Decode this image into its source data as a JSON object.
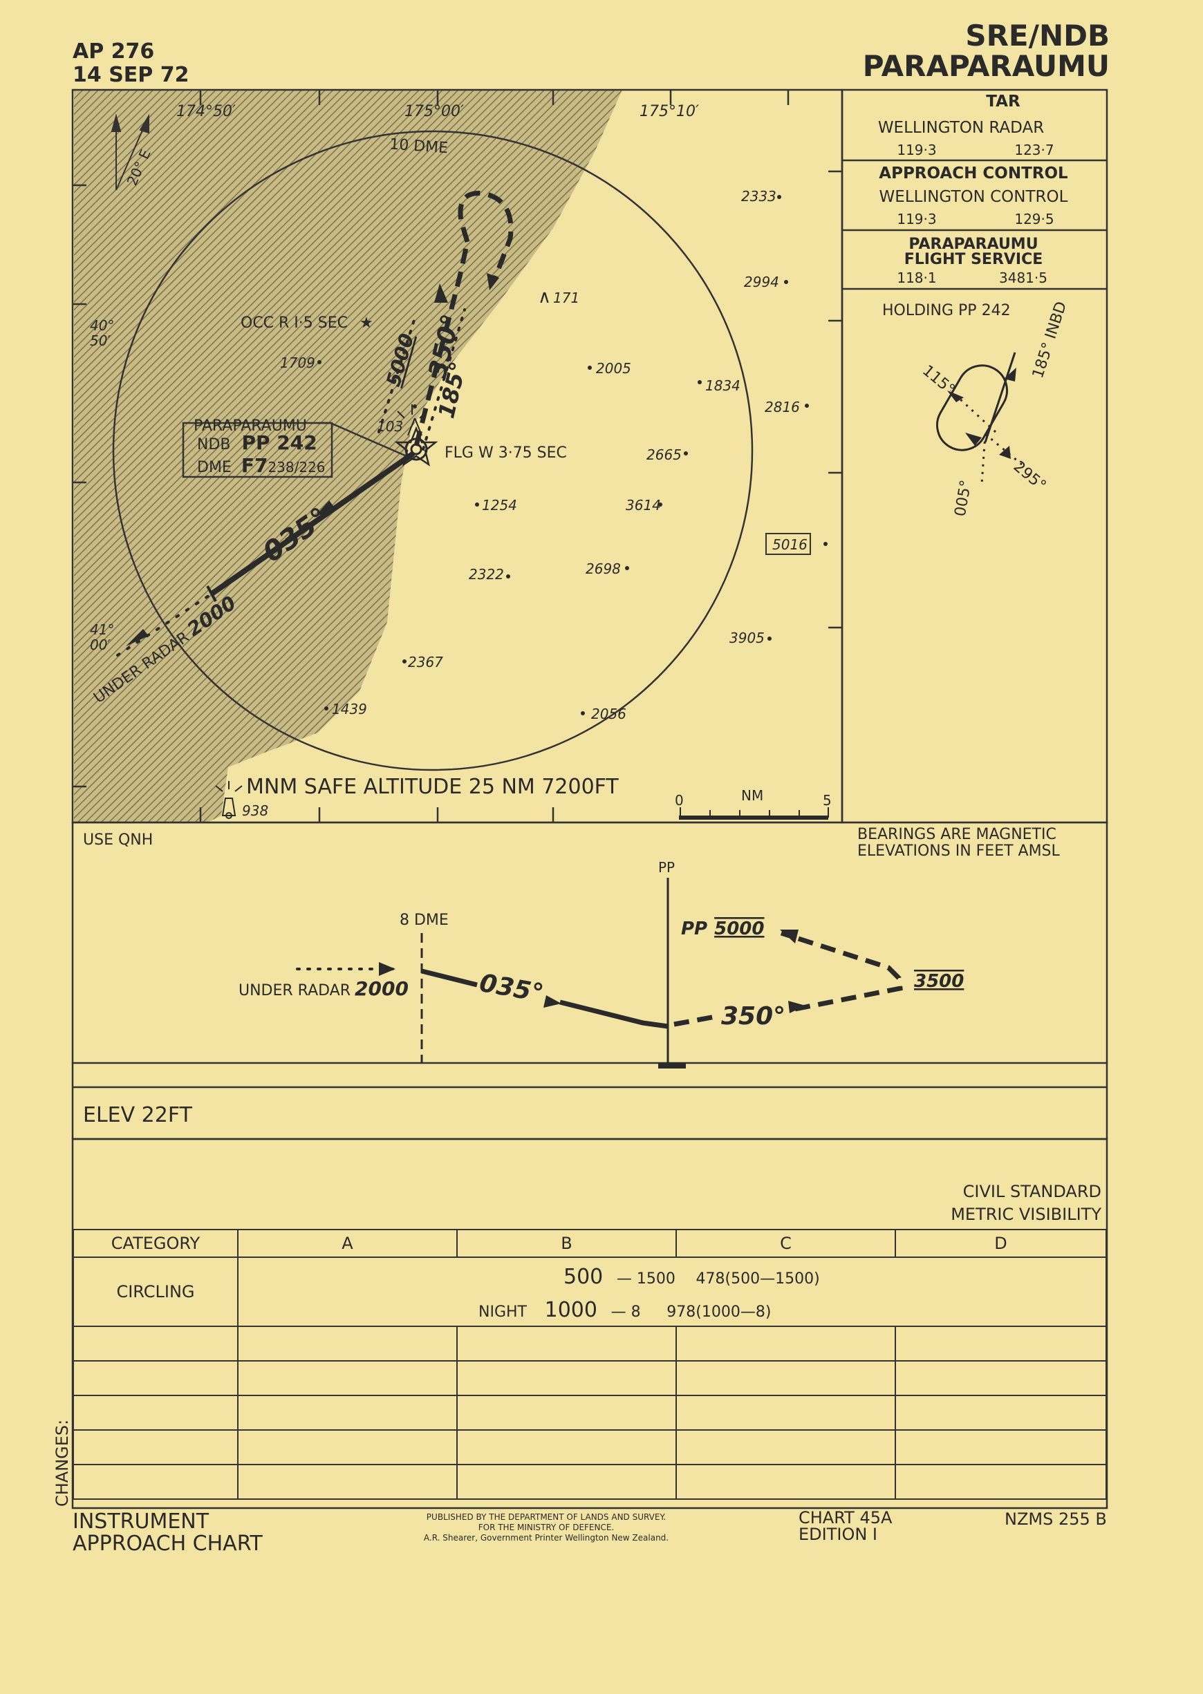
{
  "header": {
    "ap": "AP 276",
    "date": "14 SEP 72",
    "procedure": "SRE/NDB",
    "airport": "PARAPARAUMU"
  },
  "plan": {
    "lon_labels": [
      "174°50′",
      "175°00′",
      "175°10′"
    ],
    "lat_labels": [
      "40°\n50′",
      "41°\n00′"
    ],
    "north_arrow": "20° E",
    "dme_ring": "10 DME",
    "occ_light": "OCC R I·5 SEC",
    "flg_light": "FLG W 3·75 SEC",
    "navaid": {
      "name": "PARAPARAUMU",
      "ndb_label": "NDB",
      "ndb_ident": "PP 242",
      "dme_label": "DME",
      "dme_ident": "F7",
      "dme_channels": "238/226"
    },
    "tracks": {
      "inbound": "035°",
      "outbound": "350°",
      "return": "185°",
      "min_alt": "5000",
      "radar_alt": "2000",
      "radar_text": "UNDER RADAR"
    },
    "spot_heights": [
      "2333",
      "2994",
      "171",
      "2005",
      "1709",
      "1834",
      "2816",
      "103",
      "2665",
      "1254",
      "3614",
      "5016",
      "2322",
      "2698",
      "3905",
      "2367",
      "1439",
      "2056",
      "938"
    ],
    "msa": "MNM SAFE ALTITUDE 25 NM 7200FT",
    "scale": {
      "label": "NM",
      "min": "0",
      "max": "5"
    }
  },
  "comms": {
    "tar_title": "TAR",
    "tar_name": "WELLINGTON   RADAR",
    "tar_f1": "119·3",
    "tar_f2": "123·7",
    "app_title": "APPROACH CONTROL",
    "app_name": "WELLINGTON   CONTROL",
    "app_f1": "119·3",
    "app_f2": "129·5",
    "fs_title1": "PARAPARAUMU",
    "fs_title2": "FLIGHT SERVICE",
    "fs_f1": "118·1",
    "fs_f2": "3481·5"
  },
  "holding": {
    "title": "HOLDING   PP  242",
    "inbd": "185° INBD",
    "b115": "115°",
    "b005": "005°",
    "b295": "295°"
  },
  "profile": {
    "qnh": "USE QNH",
    "note1": "BEARINGS ARE MAGNETIC",
    "note2": "ELEVATIONS IN FEET AMSL",
    "pp": "PP",
    "dme8": "8 DME",
    "radar_text": "UNDER RADAR",
    "radar_alt": "2000",
    "inbound": "035°",
    "outbound": "350°",
    "pp_alt_label": "PP",
    "pp_alt": "5000",
    "turn_alt": "3500"
  },
  "elev": "ELEV 22FT",
  "minima": {
    "note1": "CIVIL STANDARD",
    "note2": "METRIC VISIBILITY",
    "headers": [
      "CATEGORY",
      "A",
      "B",
      "C",
      "D"
    ],
    "circling_label": "CIRCLING",
    "day_main": "500",
    "day_vis": "— 1500",
    "day_metric": "478(500—1500)",
    "night_label": "NIGHT",
    "night_main": "1000",
    "night_vis": "— 8",
    "night_metric": "978(1000—8)"
  },
  "footer": {
    "changes": "CHANGES:",
    "title1": "INSTRUMENT",
    "title2": "APPROACH  CHART",
    "pub1": "PUBLISHED  BY  THE  DEPARTMENT  OF  LANDS  AND  SURVEY.",
    "pub2": "FOR  THE  MINISTRY  OF  DEFENCE.",
    "pub3": "A.R. Shearer,  Government  Printer  Wellington   New  Zealand.",
    "chart": "CHART  45A",
    "edition": "EDITION  I",
    "nzms": "NZMS   255 B"
  }
}
